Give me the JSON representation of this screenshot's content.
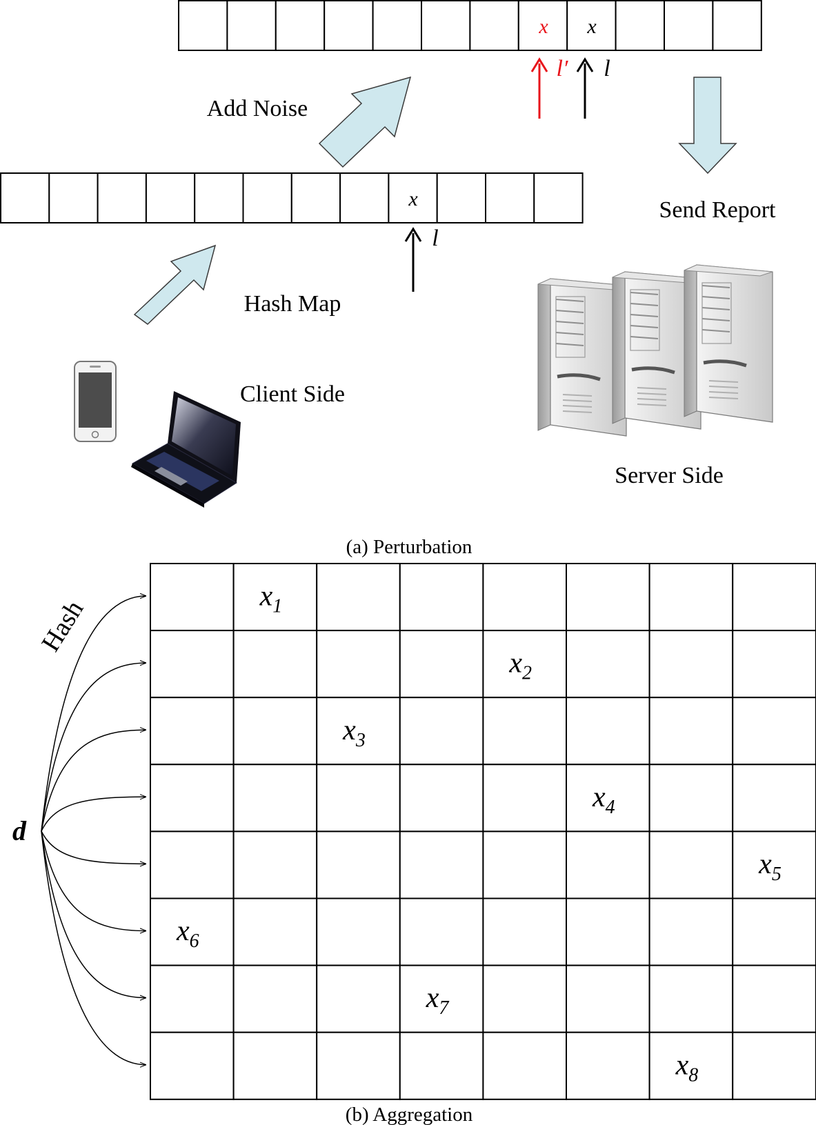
{
  "perturbation": {
    "label_add_noise": "Add Noise",
    "label_hash_map": "Hash Map",
    "label_client_side": "Client Side",
    "label_send_report": "Send Report",
    "label_server_side": "Server Side",
    "caption": "(a) Perturbation",
    "bottom_array": {
      "cells": 12,
      "marked_index": 8,
      "mark": "x",
      "pointer_label": "l"
    },
    "top_array": {
      "cells": 12,
      "noise_index": 7,
      "noise_mark": "x",
      "noise_pointer_label": "l′",
      "true_index": 8,
      "true_mark": "x",
      "true_pointer_label": "l"
    },
    "colors": {
      "noise": "#e8141b",
      "arrow_fill": "#cfe8ee",
      "arrow_stroke": "#3a3a3a"
    }
  },
  "aggregation": {
    "caption": "(b) Aggregation",
    "source_label": "d",
    "hash_label": "Hash",
    "rows": 8,
    "cols": 8,
    "entries": [
      {
        "row": 0,
        "col": 1,
        "symbol": "x",
        "sub": "1"
      },
      {
        "row": 1,
        "col": 4,
        "symbol": "x",
        "sub": "2"
      },
      {
        "row": 2,
        "col": 2,
        "symbol": "x",
        "sub": "3"
      },
      {
        "row": 3,
        "col": 5,
        "symbol": "x",
        "sub": "4"
      },
      {
        "row": 4,
        "col": 7,
        "symbol": "x",
        "sub": "5"
      },
      {
        "row": 5,
        "col": 0,
        "symbol": "x",
        "sub": "6"
      },
      {
        "row": 6,
        "col": 3,
        "symbol": "x",
        "sub": "7"
      },
      {
        "row": 7,
        "col": 6,
        "symbol": "x",
        "sub": "8"
      }
    ]
  }
}
